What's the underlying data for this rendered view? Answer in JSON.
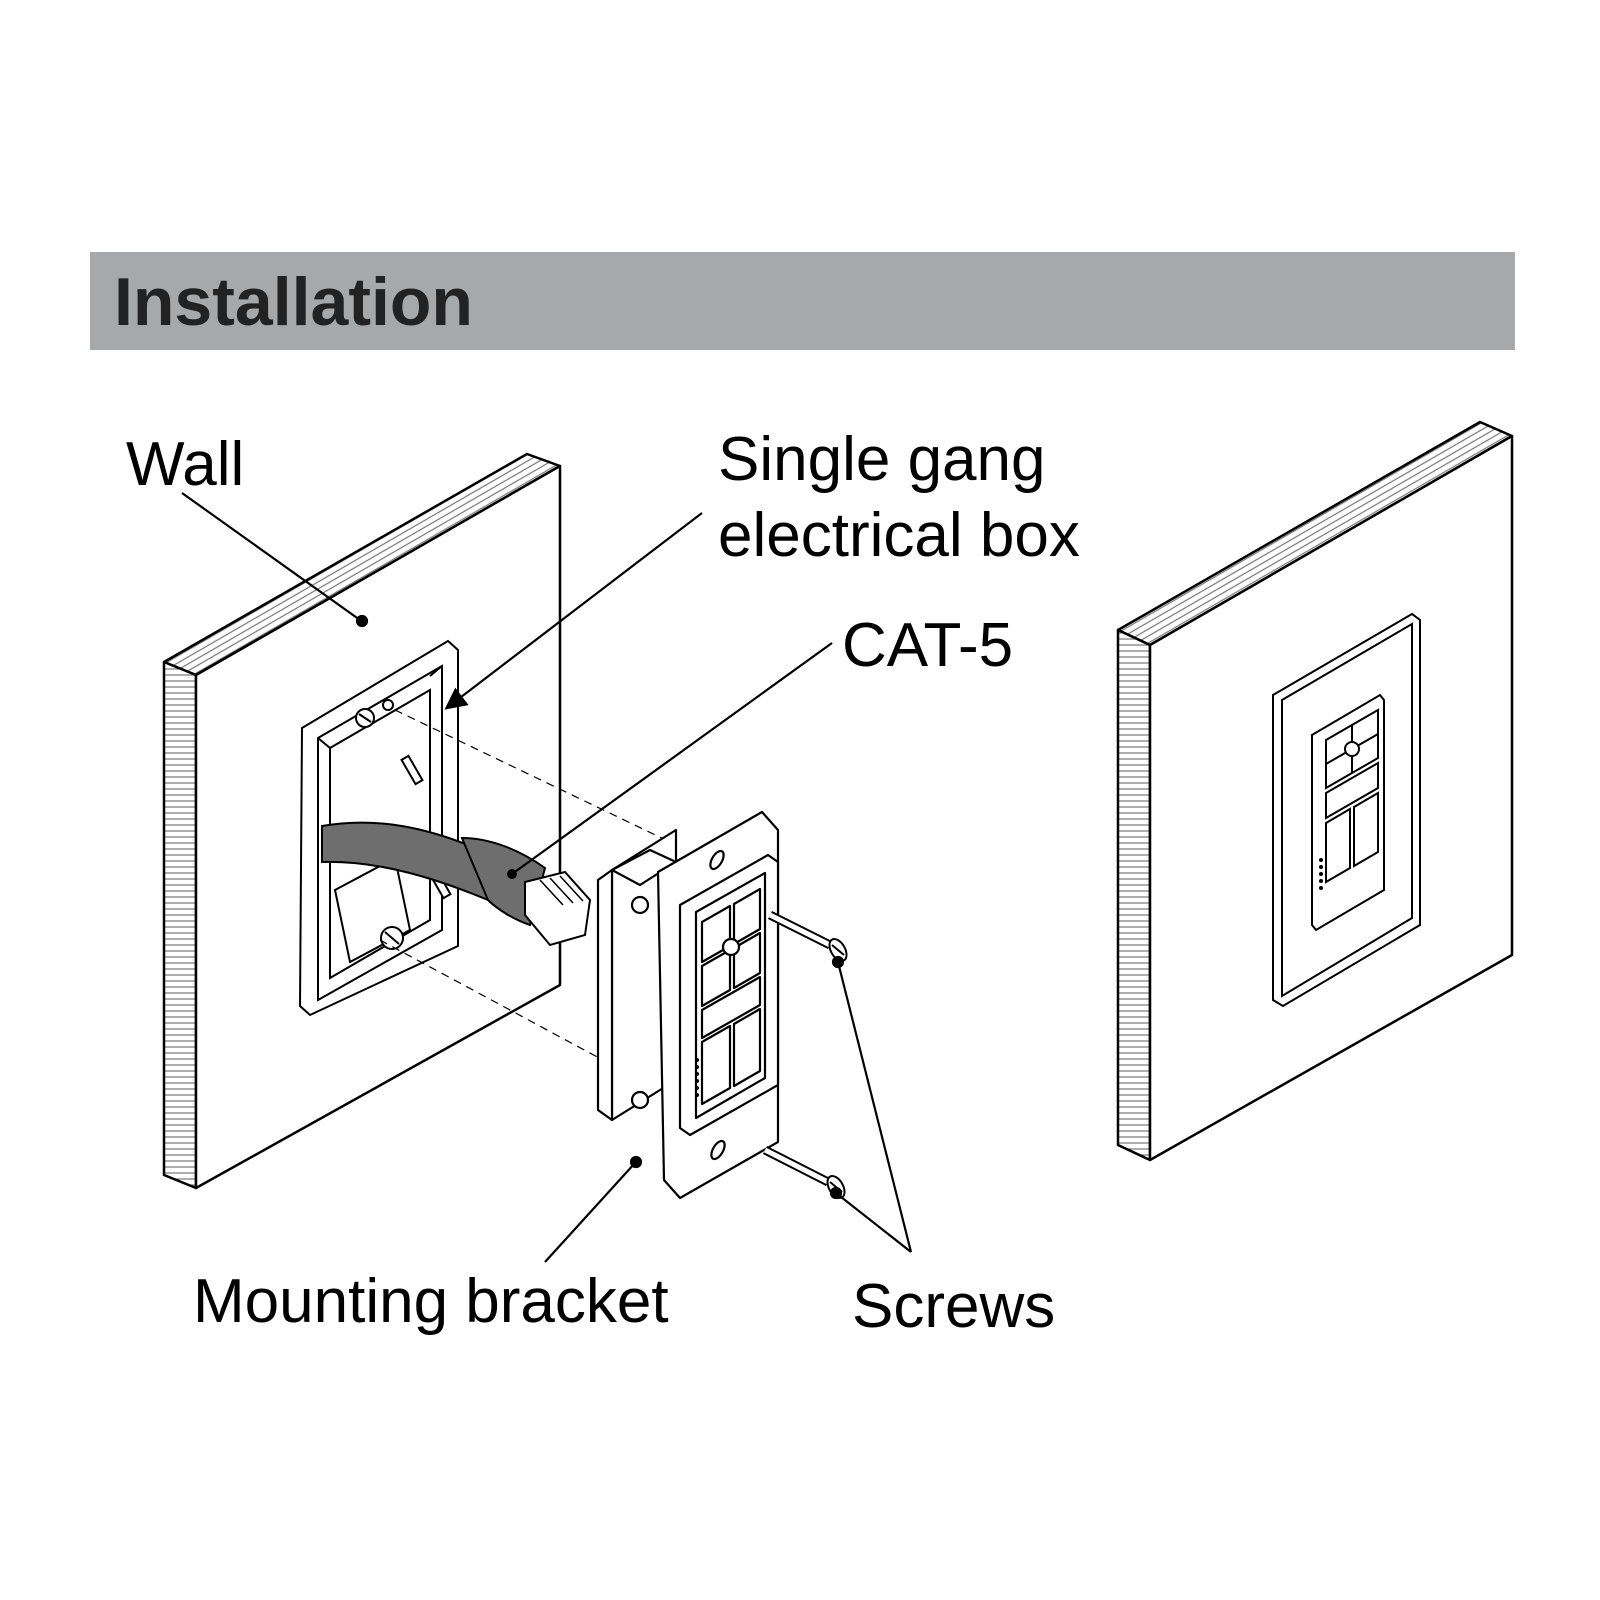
{
  "header": {
    "title": "Installation",
    "bar_color": "#A7A8AA"
  },
  "labels": {
    "wall": "Wall",
    "box_line1": "Single gang",
    "box_line2": "electrical box",
    "cat5": "CAT-5",
    "bracket": "Mounting bracket",
    "screws": "Screws"
  },
  "colors": {
    "ink": "#000000",
    "cable": "#6E6E6E",
    "face": "#FFFFFF"
  }
}
